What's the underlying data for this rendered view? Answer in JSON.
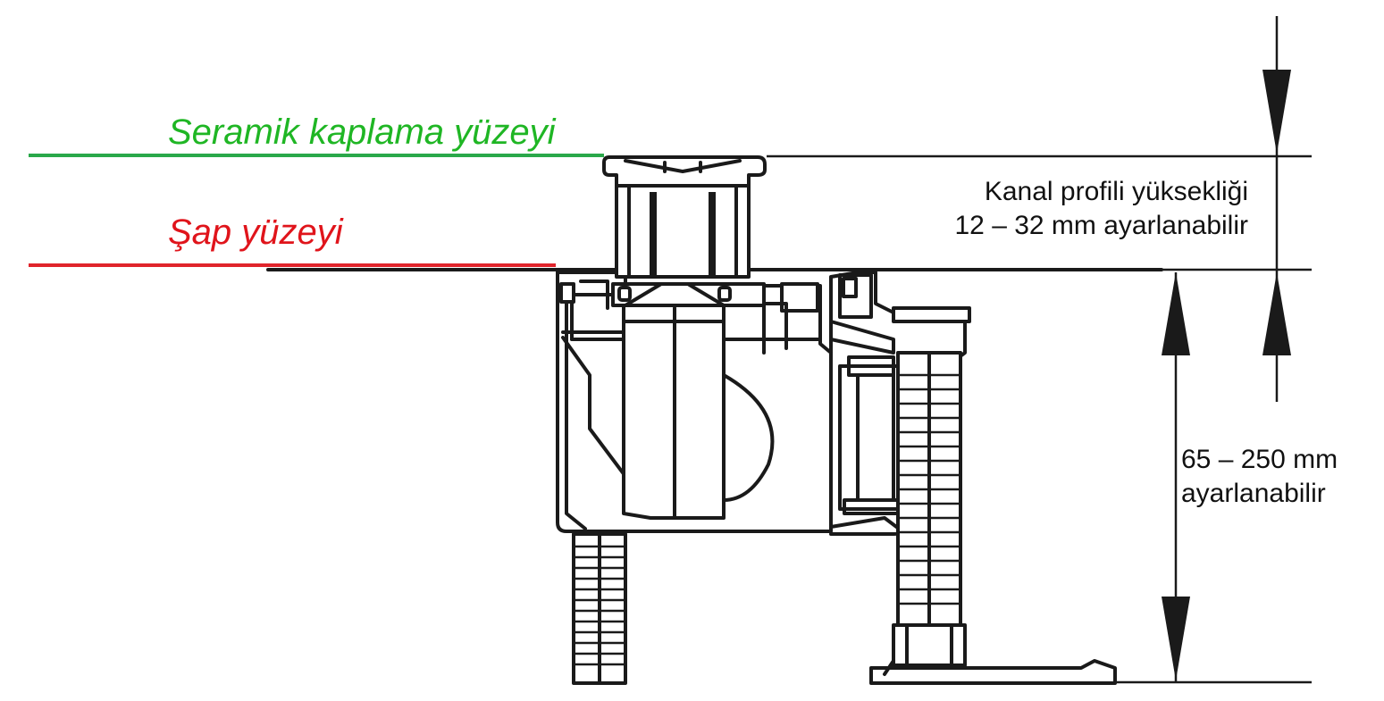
{
  "labels": {
    "ceramic_surface": "Seramik kaplama yüzeyi",
    "screed_surface": "Şap yüzeyi",
    "channel_profile_line1": "Kanal profili yüksekliği",
    "channel_profile_line2": "12 – 32 mm ayarlanabilir",
    "total_height_line1": "65 – 250 mm",
    "total_height_line2": "ayarlanabilir"
  },
  "colors": {
    "ceramic_line": "#2aa84a",
    "ceramic_text": "#1fb624",
    "screed_line": "#e0242b",
    "screed_text": "#e0141b",
    "drawing": "#1a1a1a"
  }
}
